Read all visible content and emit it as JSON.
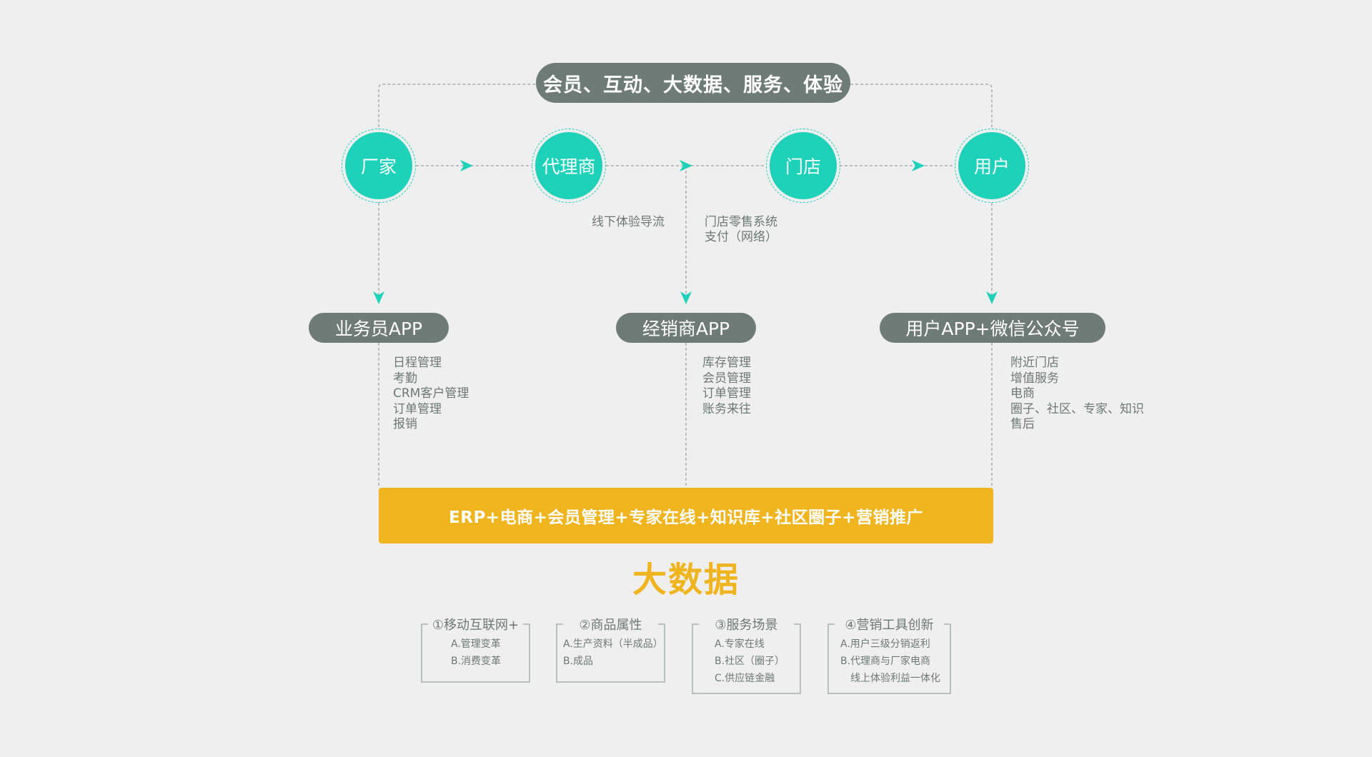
{
  "top_banner": "会员、互动、大数据、服务、体验",
  "nodes": [
    {
      "label": "厂家"
    },
    {
      "label": "代理商"
    },
    {
      "label": "门店"
    },
    {
      "label": "用户"
    }
  ],
  "captions": {
    "offline": "线下体验导流",
    "store_system_line1": "门店零售系统",
    "store_system_line2": "支付（网络）"
  },
  "apps": [
    {
      "label": "业务员APP",
      "features": [
        "日程管理",
        "考勤",
        "CRM客户管理",
        "订单管理",
        "报销"
      ]
    },
    {
      "label": "经销商APP",
      "features": [
        "库存管理",
        "会员管理",
        "订单管理",
        "账务来往"
      ]
    },
    {
      "label": "用户APP+微信公众号",
      "features": [
        "附近门店",
        "增值服务",
        "电商",
        "圈子、社区、专家、知识",
        "售后"
      ]
    }
  ],
  "platform": "ERP+电商+会员管理+专家在线+知识库+社区圈子+营销推广",
  "big_data": "大数据",
  "info_boxes": [
    {
      "title": "①移动互联网+",
      "items": [
        "A.管理变革",
        "B.消费变革"
      ]
    },
    {
      "title": "②商品属性",
      "items": [
        "A.生产资料（半成品）",
        "B.成品"
      ]
    },
    {
      "title": "③服务场景",
      "items": [
        "A.专家在线",
        "B.社区（圈子）",
        "C.供应链金融"
      ]
    },
    {
      "title": "④营销工具创新",
      "items": [
        "A.用户三级分销返利",
        "B.代理商与厂家电商",
        "线上体验利益一体化"
      ]
    }
  ],
  "colors": {
    "teal": "#1dd2b9",
    "gray_pill": "#6e7b77",
    "yellow": "#f0b41e",
    "text": "#6d7874",
    "background": "#efefef"
  }
}
